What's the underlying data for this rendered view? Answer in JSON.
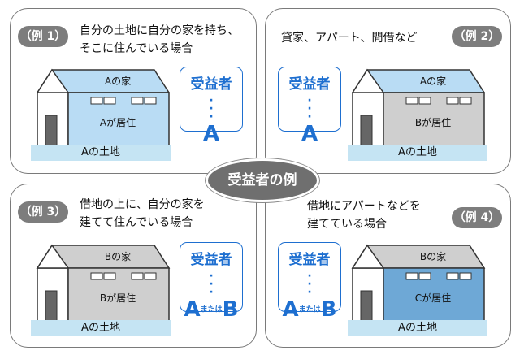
{
  "center": "受益者の例",
  "panels": [
    {
      "badge": "（例 1）",
      "desc": [
        "自分の土地に自分の家を持ち、",
        "そこに住んでいる場合"
      ],
      "house_label": "Aの家",
      "resident": "Aが居住",
      "land": "Aの土地",
      "beneficiary_title": "受益者",
      "beneficiary": "A",
      "house_color": "#b9dcf4"
    },
    {
      "badge": "（例 2）",
      "desc": [
        "貸家、アパート、間借など"
      ],
      "house_label": "Aの家",
      "resident": "Bが居住",
      "land": "Aの土地",
      "beneficiary_title": "受益者",
      "beneficiary": "A",
      "house_color": "#cfcfcf"
    },
    {
      "badge": "（例 3）",
      "desc": [
        "借地の上に、自分の家を",
        "建てて住んでいる場合"
      ],
      "house_label": "Bの家",
      "resident": "Bが居住",
      "land": "Aの土地",
      "beneficiary_title": "受益者",
      "beneficiary_a": "A",
      "beneficiary_or": "または",
      "beneficiary_b": "B",
      "house_color": "#cfcfcf"
    },
    {
      "badge": "（例 4）",
      "desc": [
        "借地にアパートなどを",
        "建てている場合"
      ],
      "house_label": "Bの家",
      "resident": "Cが居住",
      "land": "Aの土地",
      "beneficiary_title": "受益者",
      "beneficiary_a": "A",
      "beneficiary_or": "または",
      "beneficiary_b": "B",
      "house_color": "#6ea8d6"
    }
  ]
}
